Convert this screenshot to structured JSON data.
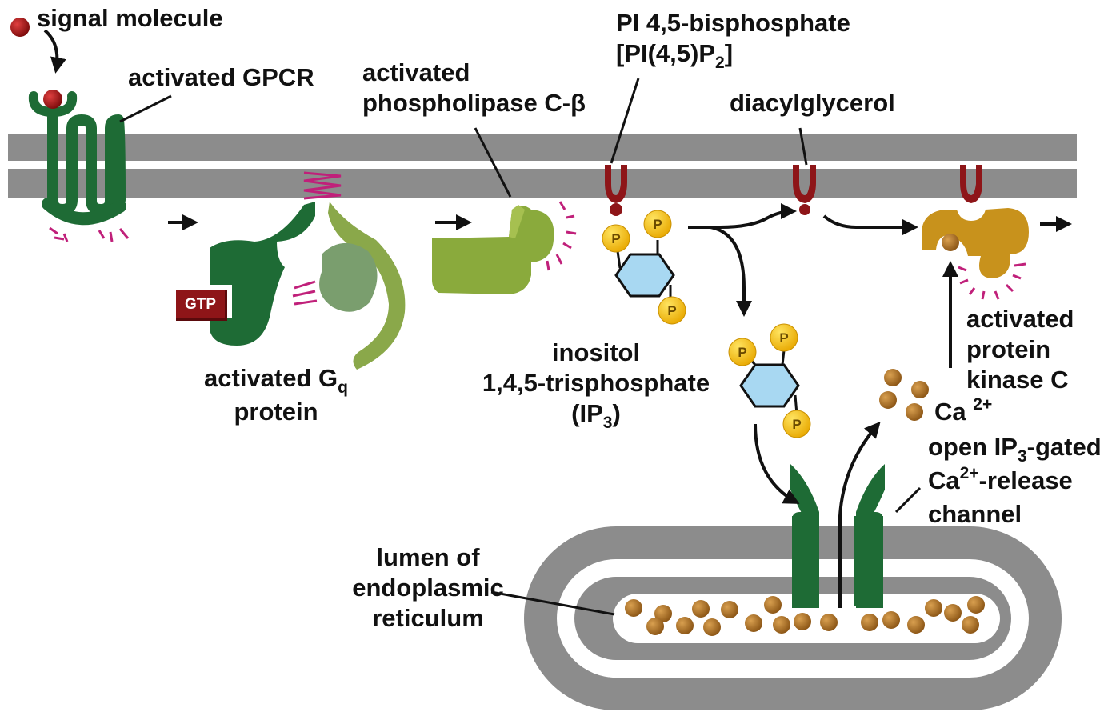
{
  "labels": {
    "signal_molecule": "signal molecule",
    "activated_gpcr": "activated GPCR",
    "plc": {
      "line1": "activated",
      "line2": "phospholipase C-β"
    },
    "pip2": {
      "line1": "PI 4,5-bisphosphate",
      "line2_pre": "[PI(4,5)P",
      "line2_sub": "2",
      "line2_post": "]"
    },
    "diacylglycerol": "diacylglycerol",
    "gq": {
      "line1_pre": "activated G",
      "line1_sub": "q",
      "line2": "protein"
    },
    "ip3": {
      "line1": "inositol",
      "line2": "1,4,5-trisphosphate",
      "line3_pre": "(IP",
      "line3_sub": "3",
      "line3_post": ")"
    },
    "pkc": {
      "line1": "activated",
      "line2": "protein",
      "line3": "kinase C"
    },
    "calcium": {
      "text": "Ca",
      "sup": "2+"
    },
    "channel": {
      "line1_pre": "open IP",
      "line1_sub": "3",
      "line1_post": "-gated",
      "line2_pre": "Ca",
      "line2_sup": "2+",
      "line2_post": "-release",
      "line3": "channel"
    },
    "er_lumen": {
      "line1": "lumen of",
      "line2": "endoplasmic",
      "line3": "reticulum"
    }
  },
  "gtp_label": "GTP",
  "phosphate_label": "P",
  "colors": {
    "membrane": "#8c8c8c",
    "gpcr": "#1e6b35",
    "gq_alpha": "#1e6b35",
    "gq_beta": "#7a9e6e",
    "gq_gamma": "#8aa84a",
    "plc": "#8aaa3c",
    "dag": "#8e1518",
    "phosphate": "#f5c400",
    "inositol_ring": "#a8d8f2",
    "pkc": "#c8921c",
    "calcium": "#a06a22",
    "activation_marks": "#c0207a",
    "gtp_box": "#8e1518"
  }
}
